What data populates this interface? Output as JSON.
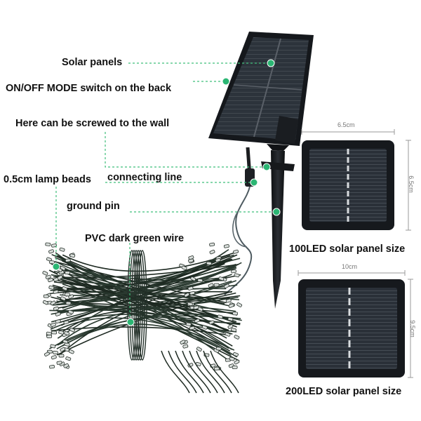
{
  "callouts": [
    {
      "label": "Solar panels"
    },
    {
      "label": "ON/OFF MODE switch on the back"
    },
    {
      "label": "Here can be screwed to the wall"
    },
    {
      "label": "connecting line"
    },
    {
      "label": "0.5cm lamp beads"
    },
    {
      "label": "ground pin"
    },
    {
      "label": "PVC dark green wire"
    }
  ],
  "panels": [
    {
      "caption": "100LED solar panel size",
      "width": "6.5cm",
      "height": "6.5cm"
    },
    {
      "caption": "200LED solar panel size",
      "width": "10cm",
      "height": "9.5cm"
    }
  ],
  "colors": {
    "accent": "#2bb673",
    "leader": "#3fbf7a",
    "panel_dark": "#1b1f24",
    "cell": "#2c323a",
    "wire": "#1e2a22"
  },
  "icons": [
    "solar-panel-image",
    "ground-stake-image",
    "led-string-bundle-image"
  ]
}
